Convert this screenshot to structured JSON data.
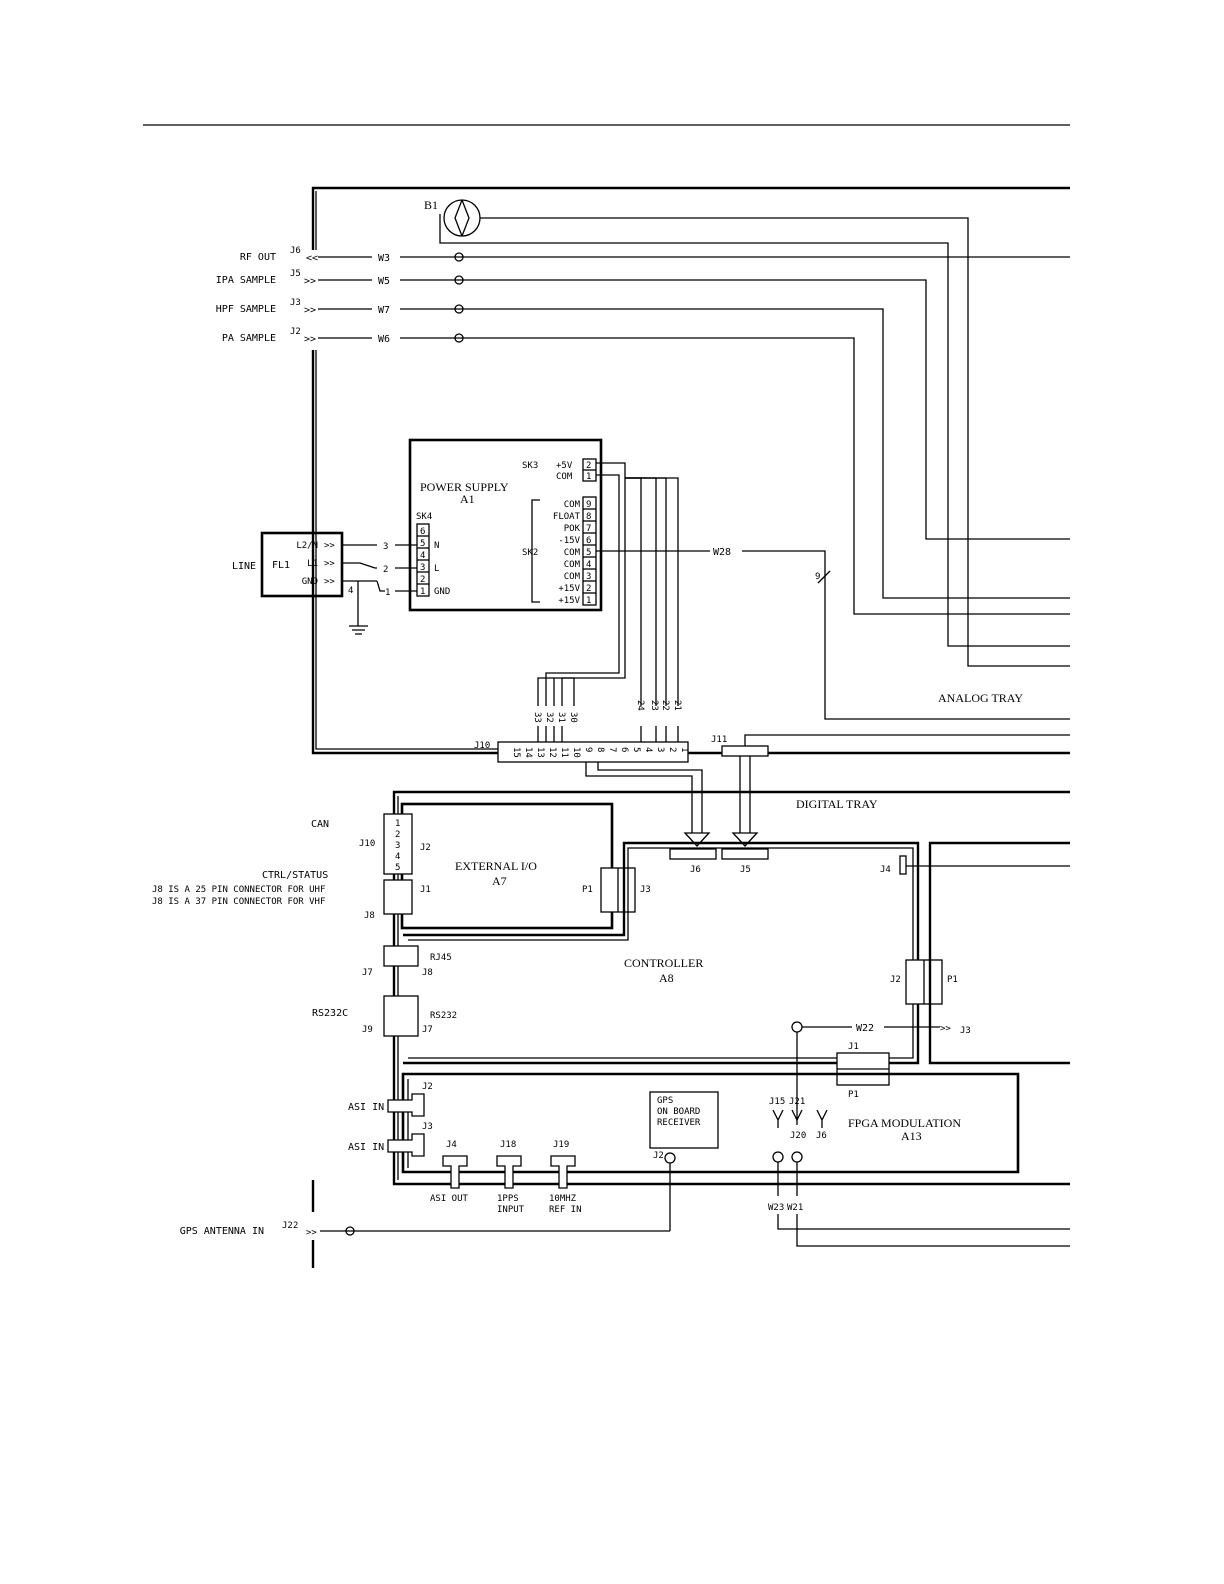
{
  "rf_inputs": [
    {
      "label": "RF OUT",
      "jack": "J6",
      "cable": "W3"
    },
    {
      "label": "IPA SAMPLE",
      "jack": "J5",
      "cable": "W5"
    },
    {
      "label": "HPF SAMPLE",
      "jack": "J3",
      "cable": "W7"
    },
    {
      "label": "PA SAMPLE",
      "jack": "J2",
      "cable": "W6"
    }
  ],
  "fan": {
    "label": "B1"
  },
  "power_supply": {
    "title": "POWER SUPPLY",
    "ref": "A1",
    "sk3": {
      "label": "SK3",
      "pins": [
        {
          "name": "+5V",
          "num": "2"
        },
        {
          "name": "COM",
          "num": "1"
        }
      ]
    },
    "sk4": {
      "label": "SK4",
      "pins": [
        "6",
        "5",
        "4",
        "3",
        "2",
        "1"
      ],
      "names": [
        "N",
        "L",
        "GND"
      ]
    },
    "sk2": {
      "label": "SK2",
      "pins": [
        {
          "name": "COM",
          "num": "9"
        },
        {
          "name": "FLOAT",
          "num": "8"
        },
        {
          "name": "POK",
          "num": "7"
        },
        {
          "name": "-15V",
          "num": "6"
        },
        {
          "name": "COM",
          "num": "5"
        },
        {
          "name": "COM",
          "num": "4"
        },
        {
          "name": "COM",
          "num": "3"
        },
        {
          "name": "+15V",
          "num": "2"
        },
        {
          "name": "+15V",
          "num": "1"
        }
      ]
    }
  },
  "line_filter": {
    "line_label": "LINE",
    "ref": "FL1",
    "ports": [
      "L2/N",
      "L1",
      "GND"
    ],
    "wires": [
      "3",
      "2",
      "1",
      "4"
    ]
  },
  "w28": {
    "label": "W28",
    "count": "9"
  },
  "j10_connector": {
    "label": "J10",
    "pins": [
      "15",
      "14",
      "13",
      "12",
      "11",
      "10",
      "9",
      "8",
      "7",
      "6",
      "5",
      "4",
      "3",
      "2",
      "1"
    ],
    "wires_left": [
      "33",
      "32",
      "31",
      "30"
    ],
    "wires_right": [
      "24",
      "23",
      "22",
      "21"
    ]
  },
  "j11": {
    "label": "J11"
  },
  "analog_tray": {
    "label": "ANALOG TRAY"
  },
  "digital_tray": {
    "label": "DIGITAL TRAY"
  },
  "external_io": {
    "title": "EXTERNAL I/O",
    "ref": "A7",
    "can_label": "CAN",
    "j10": {
      "label": "J10",
      "pins": [
        "1",
        "2",
        "3",
        "4",
        "5"
      ]
    },
    "j2": "J2",
    "j1": "J1",
    "p1": "P1",
    "j3": "J3",
    "ctrl_label": "CTRL/STATUS",
    "note_uhf": "J8 IS A 25 PIN CONNECTOR FOR UHF",
    "note_vhf": "J8 IS A 37 PIN CONNECTOR FOR VHF",
    "j8": "J8"
  },
  "controller": {
    "title": "CONTROLLER",
    "ref": "A8",
    "j6": "J6",
    "j5": "J5",
    "j4": "J4",
    "j2": "J2",
    "p1": "P1",
    "j1": "J1",
    "pf1": "P1",
    "rj45": "RJ45",
    "j7_left": "J7",
    "j8_right": "J8",
    "rs232c": "RS232C",
    "rs232": "RS232",
    "j9": "J9",
    "j7_right": "J7",
    "w22": "W22",
    "j3_out": "J3"
  },
  "fpga": {
    "title": "FPGA MODULATION",
    "ref": "A13",
    "asi_in_1": "ASI IN",
    "asi_in_2": "ASI IN",
    "j2": "J2",
    "j3": "J3",
    "connectors": [
      {
        "jack": "J4",
        "label1": "ASI OUT",
        "label2": ""
      },
      {
        "jack": "J18",
        "label1": "1PPS",
        "label2": "INPUT"
      },
      {
        "jack": "J19",
        "label1": "10MHZ",
        "label2": "REF IN"
      }
    ],
    "gps_receiver": [
      "GPS",
      "ON BOARD",
      "RECEIVER"
    ],
    "gps_jack": "J2",
    "j15": "J15",
    "j21": "J21",
    "j20": "J20",
    "j6": "J6",
    "w23": "W23",
    "w21": "W21"
  },
  "gps_antenna": {
    "label": "GPS ANTENNA IN",
    "jack": "J22"
  }
}
